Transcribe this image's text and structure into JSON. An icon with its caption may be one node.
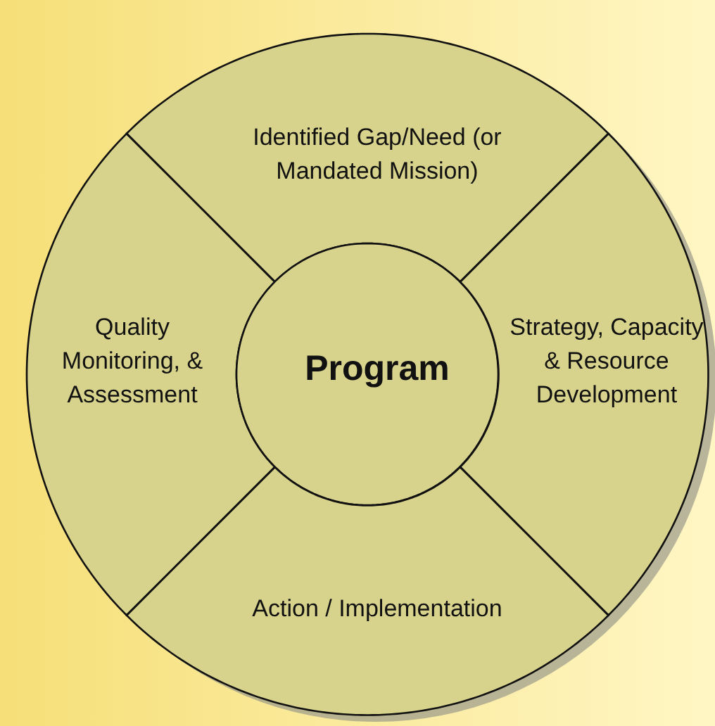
{
  "diagram": {
    "nodes": [
      {
        "text": [
          "Identified Gap/Need (or Mandated Mission)"
        ]
      },
      {
        "text": [
          "Quality Monitoring, & Assessment"
        ]
      },
      {
        "text": [
          "Program"
        ]
      },
      {
        "text": [
          "Strategy, Capacity & Resource Development"
        ]
      },
      {
        "text": [
          "Action / Implementation"
        ]
      }
    ]
  }
}
